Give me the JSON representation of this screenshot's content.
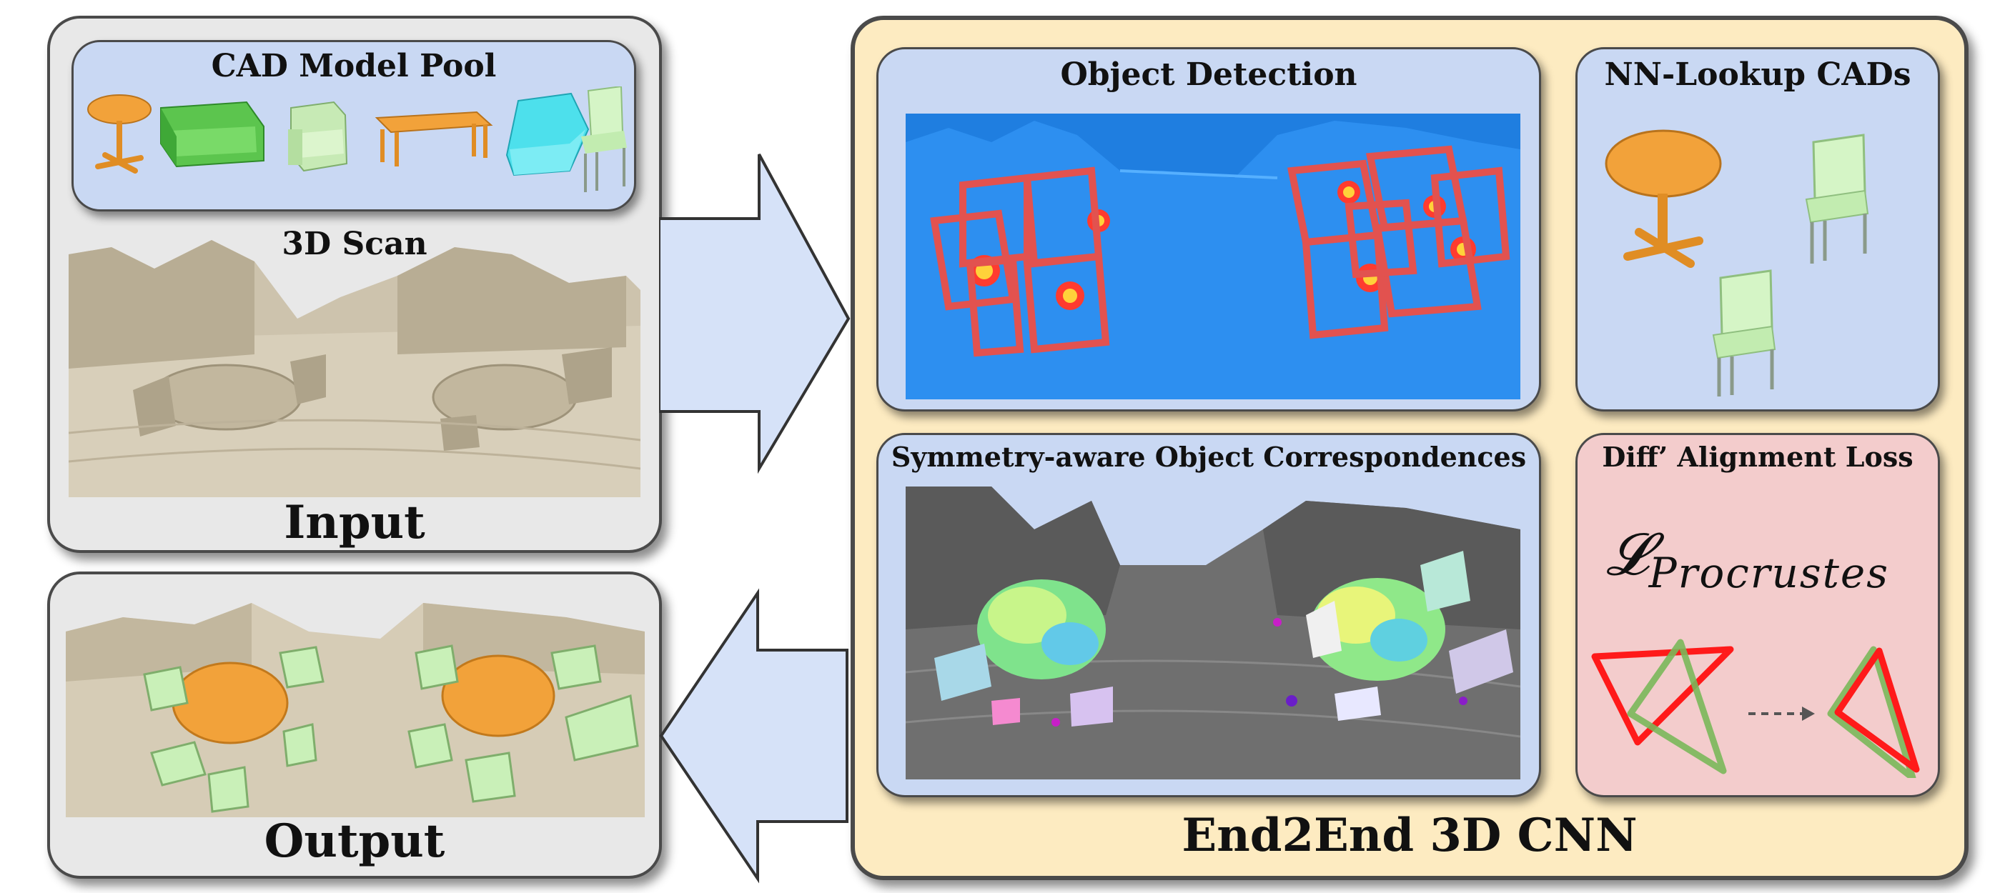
{
  "input_panel": {
    "cad_pool_title": "CAD Model Pool",
    "scan_title": "3D Scan",
    "label": "Input"
  },
  "output_panel": {
    "label": "Output"
  },
  "cnn_panel": {
    "label": "End2End 3D CNN",
    "object_detection_title": "Object Detection",
    "nn_lookup_title": "NN-Lookup CADs",
    "correspondences_title": "Symmetry-aware Object Correspondences",
    "alignment_title": "Diff’ Alignment Loss",
    "loss_symbol": "𝓛",
    "loss_subscript": "Procrustes"
  },
  "colors": {
    "input_bg": "#e8e8e8",
    "cnn_bg": "#fdebc1",
    "blue_box": "#c9d8f3",
    "pink_box": "#f3cccc",
    "arrow_fill": "#d6e2f8",
    "table_orange": "#f2a23a",
    "chair_green": "#c9f0b8",
    "scan_beige": "#cdc3ad",
    "detect_blue": "#1f7ee0",
    "bbox_red": "#e2524f"
  }
}
